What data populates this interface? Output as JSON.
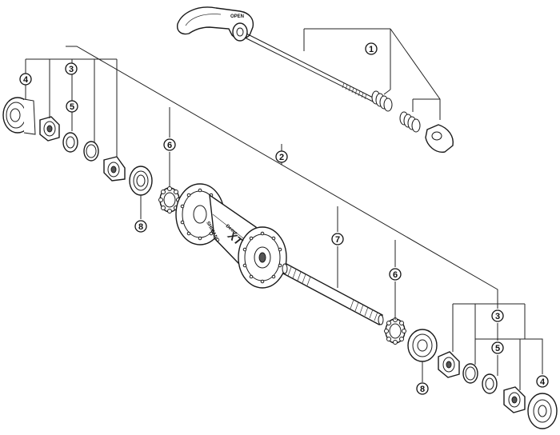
{
  "diagram": {
    "callouts": [
      {
        "id": "c1",
        "label": "1"
      },
      {
        "id": "c2",
        "label": "2"
      },
      {
        "id": "c3a",
        "label": "3"
      },
      {
        "id": "c3b",
        "label": "3"
      },
      {
        "id": "c4a",
        "label": "4"
      },
      {
        "id": "c4b",
        "label": "4"
      },
      {
        "id": "c5a",
        "label": "5"
      },
      {
        "id": "c5b",
        "label": "5"
      },
      {
        "id": "c6a",
        "label": "6"
      },
      {
        "id": "c6b",
        "label": "6"
      },
      {
        "id": "c7",
        "label": "7"
      },
      {
        "id": "c8a",
        "label": "8"
      },
      {
        "id": "c8b",
        "label": "8"
      }
    ],
    "lever_brand": "OPEN",
    "hub_brand_small": "Deore",
    "hub_brand_large": "XT",
    "hub_brand_side": "SHIMANO"
  }
}
